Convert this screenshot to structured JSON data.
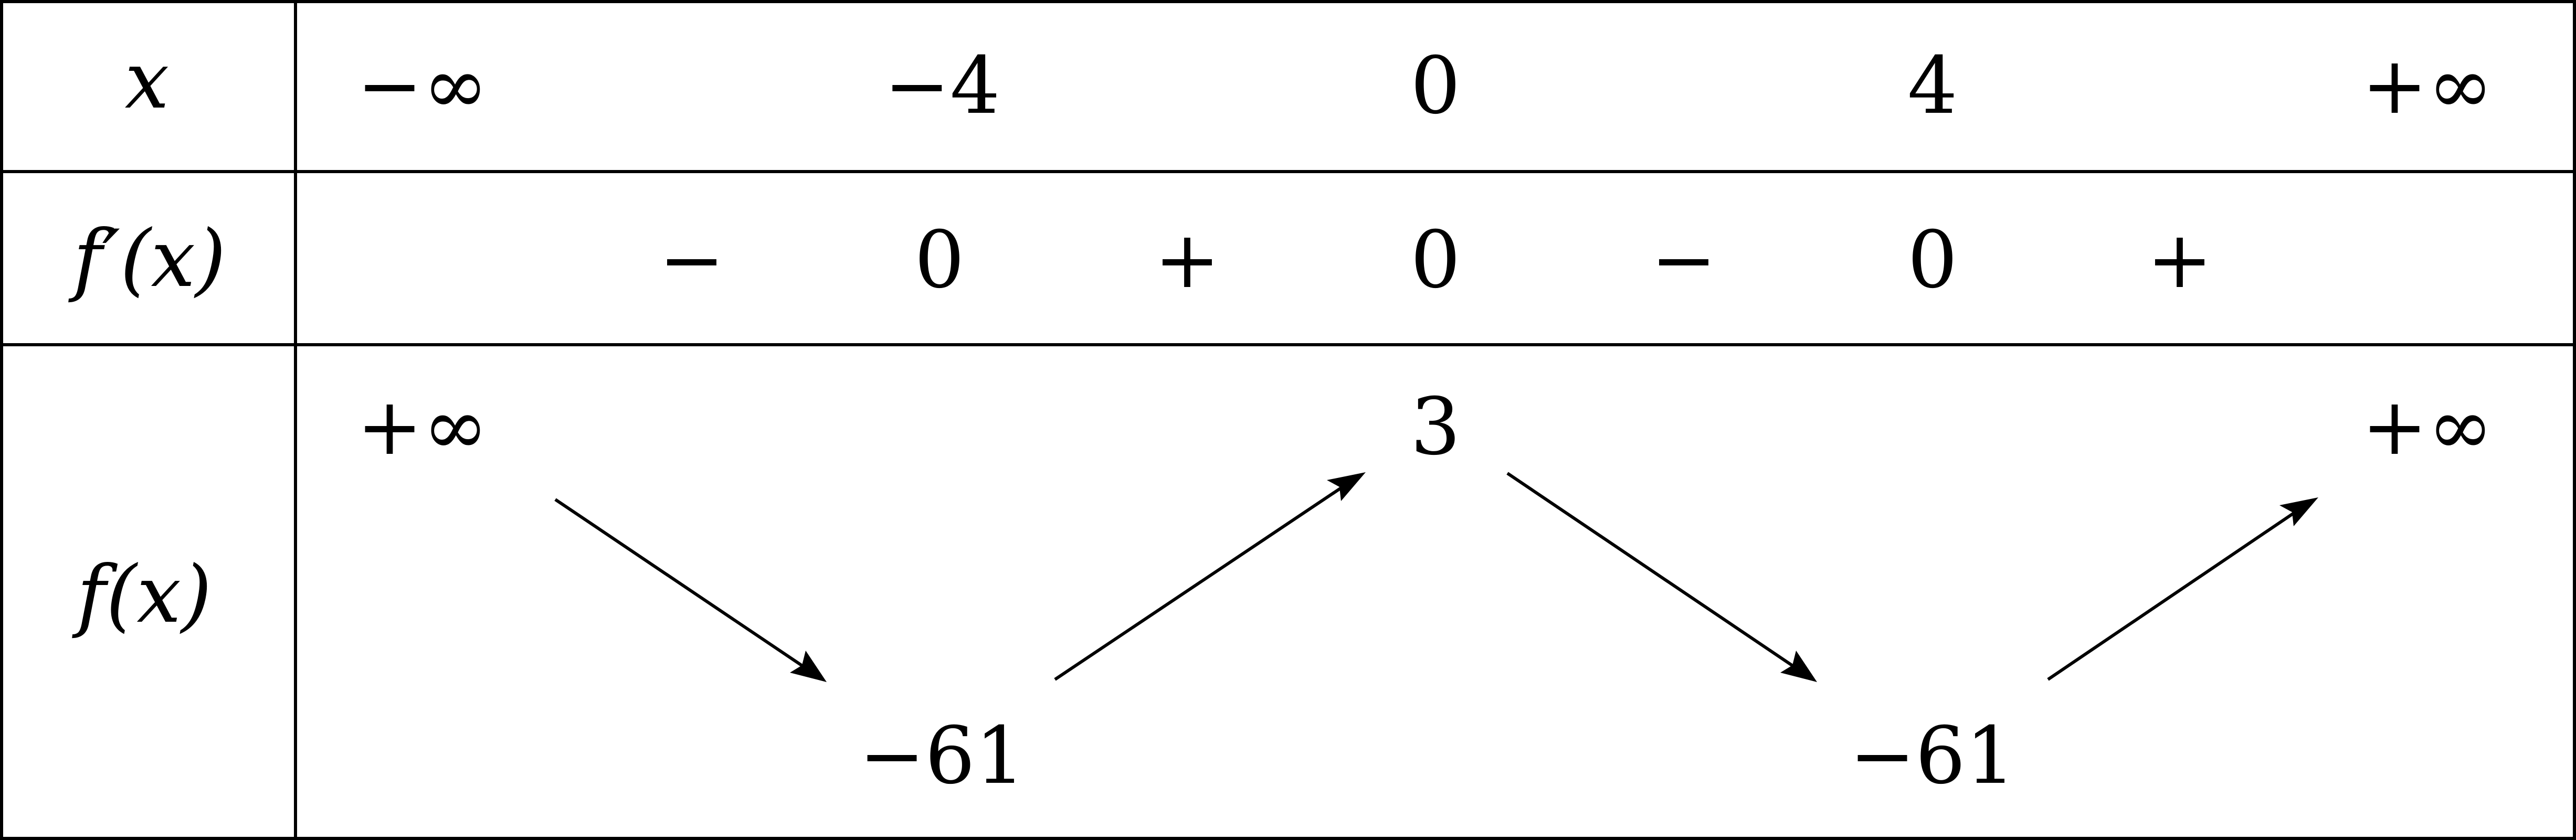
{
  "labels": {
    "x": "x",
    "f_prime": "f′(x)",
    "f": "f(x)"
  },
  "x_values": [
    "−∞",
    "−4",
    "0",
    "4",
    "+∞"
  ],
  "f_prime_row": [
    "−",
    "0",
    "+",
    "0",
    "−",
    "0",
    "+"
  ],
  "f_row": {
    "start": "+∞",
    "min_left": "−61",
    "max": "3",
    "min_right": "−61",
    "end": "+∞"
  }
}
